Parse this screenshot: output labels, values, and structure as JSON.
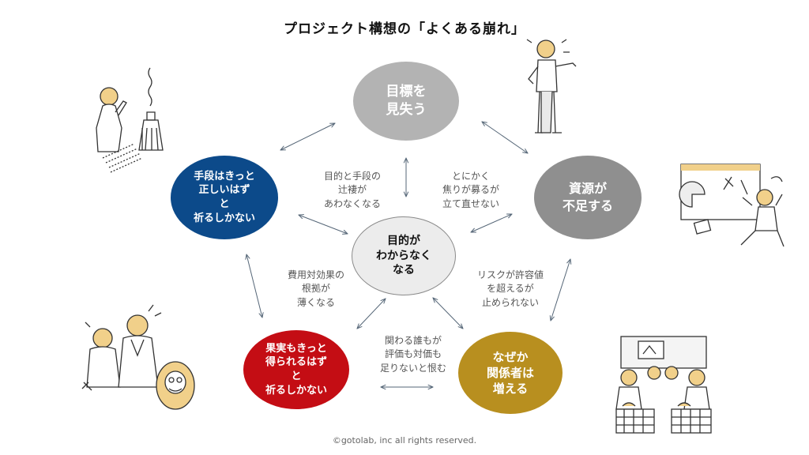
{
  "title": "プロジェクト構想の「よくある崩れ」",
  "nodes": {
    "top": "目標を\n見失う",
    "right": "資源が\n不足する",
    "left": "手段はきっと\n正しいはず\nと\n祈るしかない",
    "center": "目的が\nわからなく\nなる",
    "bottom_left": "果実もきっと\n得られるはず\nと\n祈るしかない",
    "bottom_right": "なぜか\n関係者は\n増える"
  },
  "labels": {
    "top_left": "目的と手段の\n辻褄が\nあわなくなる",
    "top_right": "とにかく\n焦りが募るが\n立て直せない",
    "bottom_left": "費用対効果の\n根拠が\n薄くなる",
    "bottom_right": "リスクが許容値\nを超えるが\n止められない",
    "bottom": "関わる誰もが\n評価も対価も\n足りないと恨む"
  },
  "footer": "©gotolab, inc  all rights reserved.",
  "colors": {
    "top": "#b3b3b3",
    "right": "#8f8f8f",
    "left": "#0c4a8a",
    "center": "#ececec",
    "bottom_left": "#c40d14",
    "bottom_right": "#b88f1f",
    "arrow": "#556677"
  }
}
